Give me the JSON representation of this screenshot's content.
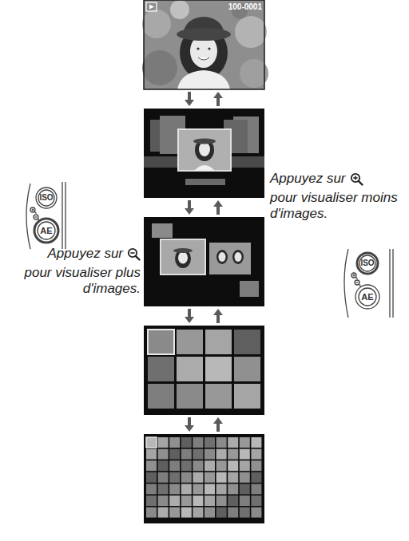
{
  "diagram": {
    "labels": [
      "100-0001",
      "Appuyez sur",
      "pour visualiser moins d'images.",
      "ISO",
      "AE",
      "Appuyez sur",
      "pour visualiser plus d'images.",
      "ISO",
      "AE"
    ]
  }
}
